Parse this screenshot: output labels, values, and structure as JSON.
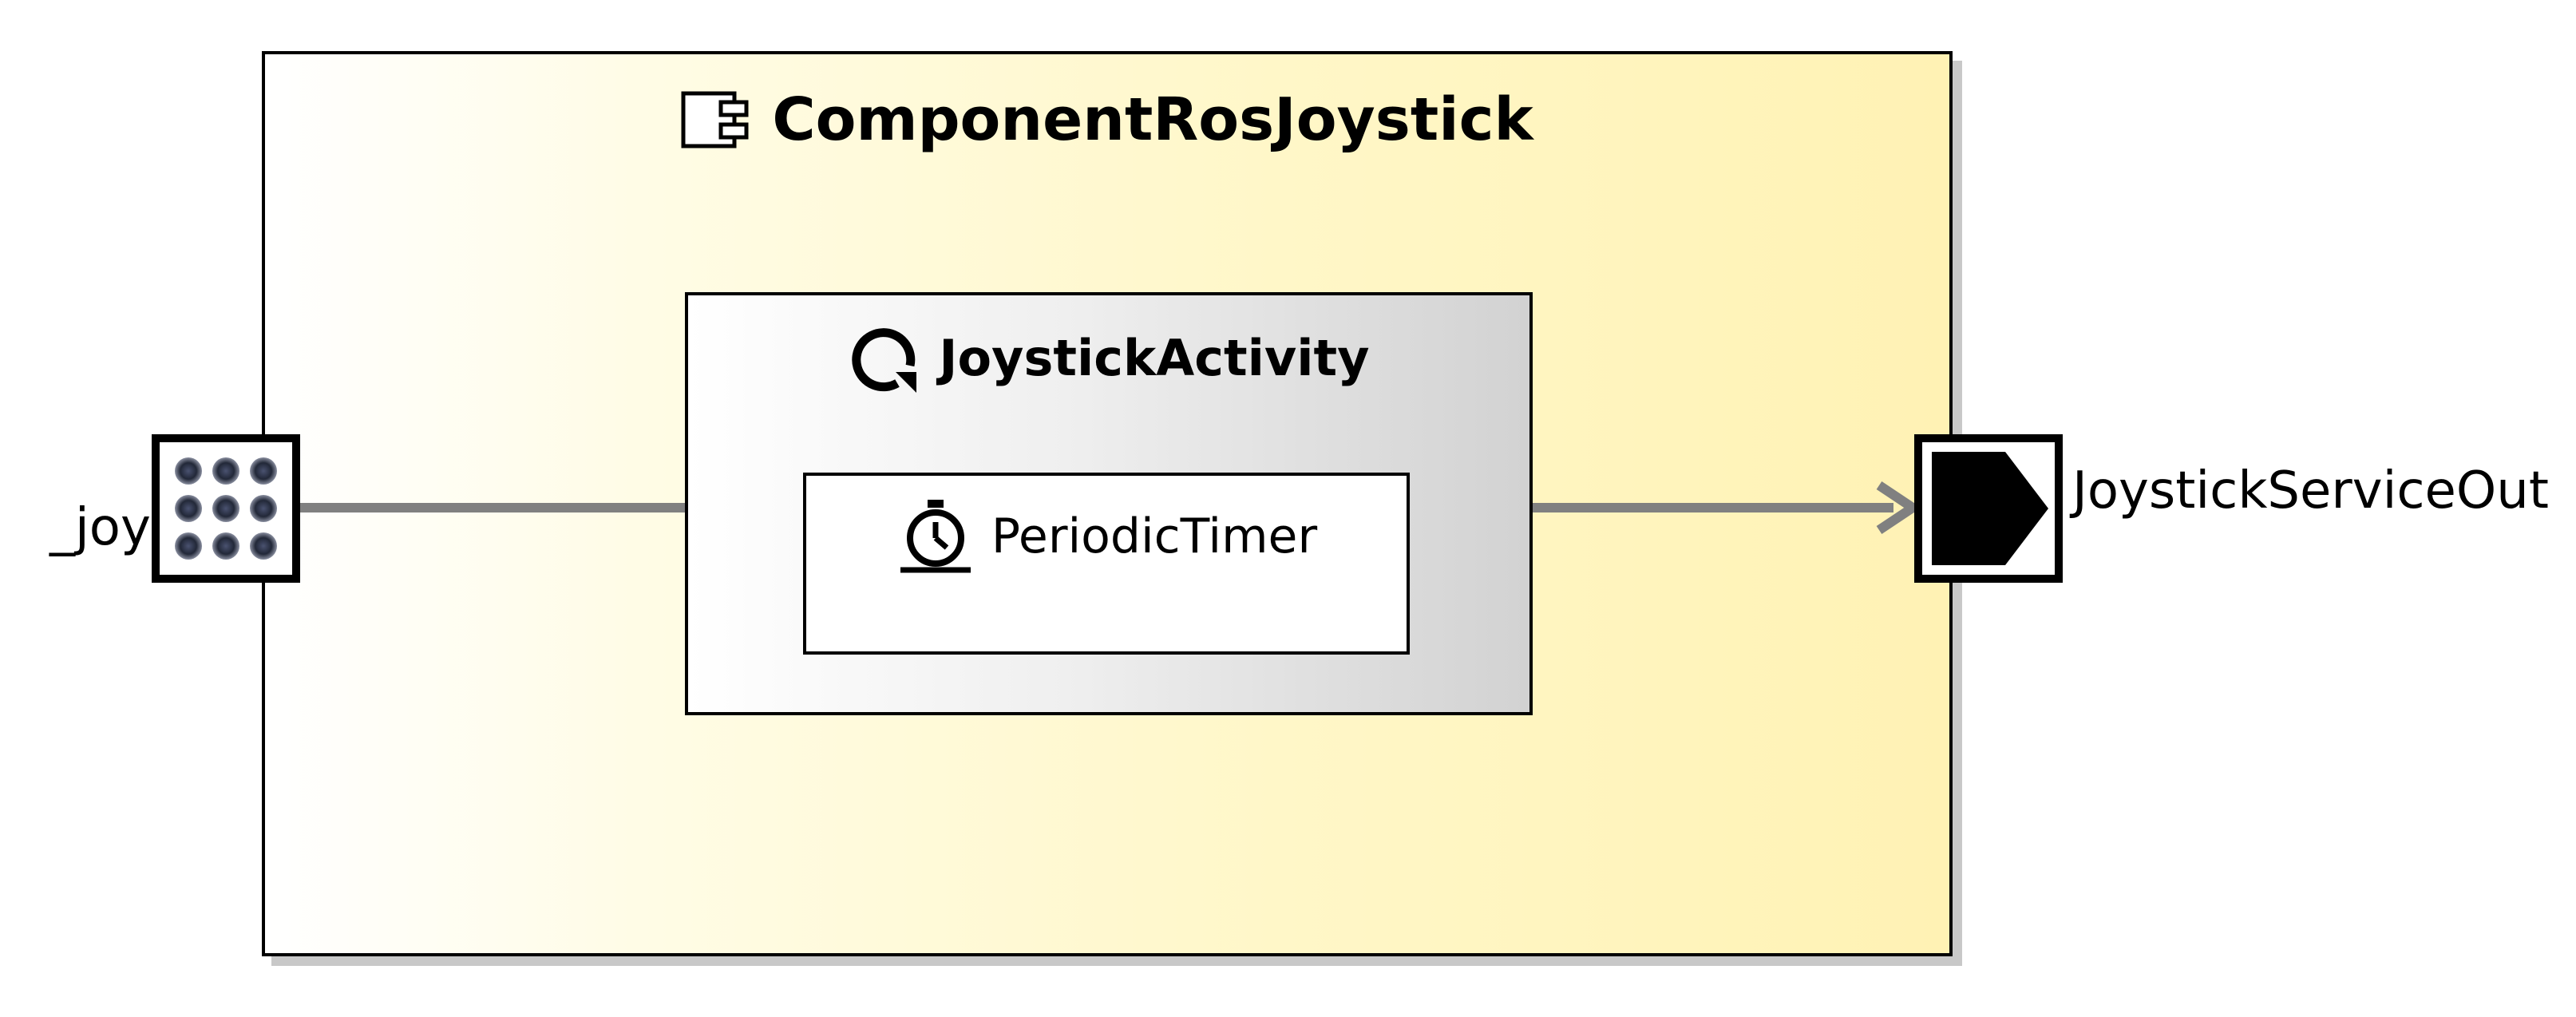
{
  "component": {
    "name": "ComponentRosJoystick",
    "icon": "component-icon",
    "fill_colors": [
      "#ffffff",
      "#fff2b4"
    ]
  },
  "activity": {
    "name": "JoystickActivity",
    "icon": "activity-cycle-icon",
    "fill_colors": [
      "#ffffff",
      "#d2d2d2"
    ]
  },
  "timer": {
    "name": "PeriodicTimer",
    "icon": "stopwatch-icon"
  },
  "ports": {
    "input": {
      "name": "_joy",
      "icon": "dot-grid-port-icon"
    },
    "output": {
      "name": "JoystickServiceOut",
      "icon": "output-arrow-port-icon"
    }
  },
  "edge_color": "#808080"
}
